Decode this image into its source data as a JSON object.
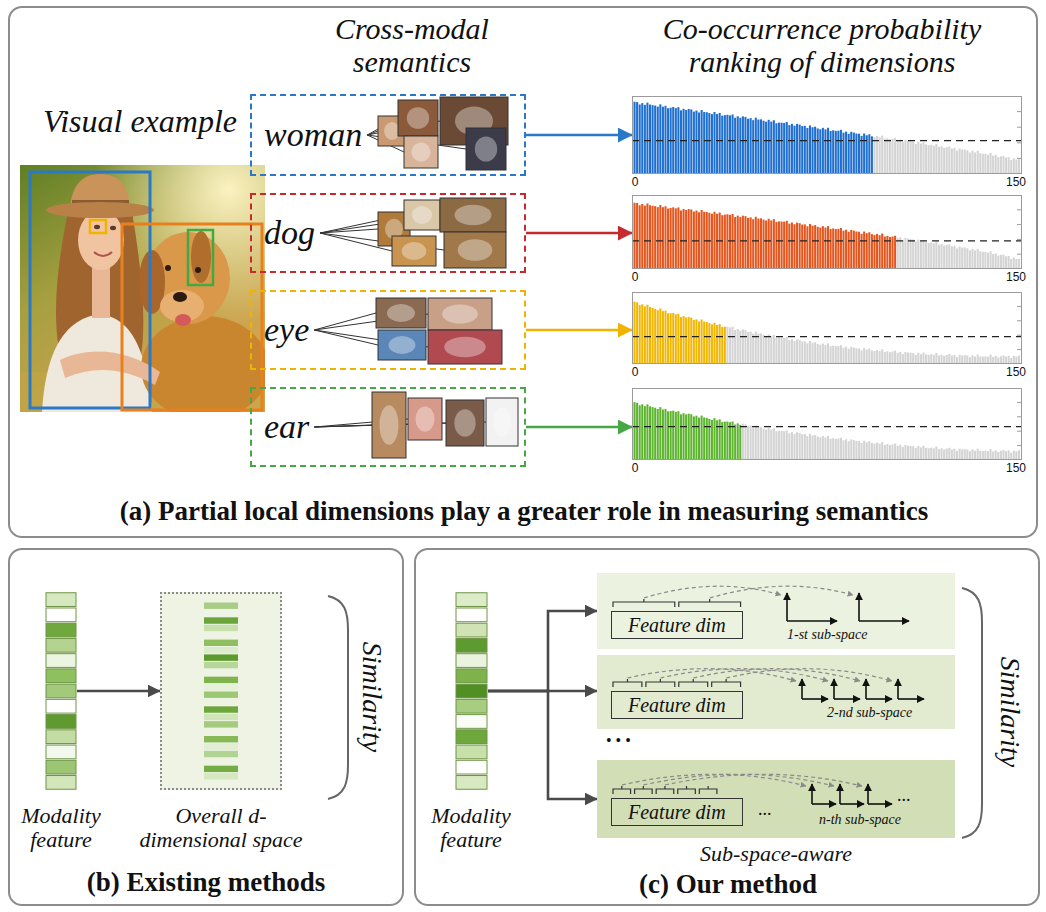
{
  "diagram": {
    "nodes": [
      {
        "text": [
          "Visual example",
          "Cross-modal semantics",
          "Co-occurrence probability ranking of dimensions",
          "(a) Partial local dimensions play a greater role in measuring semantics"
        ]
      },
      {
        "text": [
          "woman"
        ],
        "in": 0
      },
      {
        "text": [
          "0",
          "150"
        ],
        "in": 0
      },
      {
        "text": [
          "dog"
        ],
        "in": 0
      },
      {
        "text": [
          "0",
          "150"
        ],
        "in": 0
      },
      {
        "text": [
          "eye"
        ],
        "in": 0
      },
      {
        "text": [
          "0",
          "150"
        ],
        "in": 0
      },
      {
        "text": [
          "ear"
        ],
        "in": 0
      },
      {
        "text": [
          "0",
          "150"
        ],
        "in": 0
      },
      {
        "text": [
          "Similarity",
          "(b) Existing methods"
        ]
      },
      {
        "text": [
          "Modality feature"
        ],
        "in": 9
      },
      {
        "text": [
          "Overall d-dimensional space"
        ],
        "in": 9
      },
      {
        "text": [
          "• • •",
          "Sub-space-aware",
          "Similarity",
          "(c) Our method"
        ]
      },
      {
        "text": [
          "Modality feature"
        ],
        "in": 12
      },
      {
        "text": [
          "1-st sub-space"
        ],
        "in": 12
      },
      {
        "text": [
          "Feature dim"
        ],
        "in": 14
      },
      {
        "text": [
          "2-nd sub-space"
        ],
        "in": 12
      },
      {
        "text": [
          "Feature dim"
        ],
        "in": 16
      },
      {
        "text": [
          "...",
          "...",
          "n-th sub-space"
        ],
        "in": 12
      },
      {
        "text": [
          "Feature dim"
        ],
        "in": 18
      }
    ],
    "edges": [
      {
        "from": 1,
        "to": 2,
        "arrow": "to"
      },
      {
        "from": 3,
        "to": 4,
        "arrow": "to"
      },
      {
        "from": 5,
        "to": 6,
        "arrow": "to"
      },
      {
        "from": 7,
        "to": 8,
        "arrow": "to"
      },
      {
        "from": 10,
        "to": 11,
        "arrow": "to"
      },
      {
        "from": 13,
        "to": 14,
        "arrow": "to"
      },
      {
        "from": 13,
        "to": 16,
        "arrow": "to"
      },
      {
        "from": 13,
        "to": 18,
        "arrow": "to"
      }
    ]
  }
}
